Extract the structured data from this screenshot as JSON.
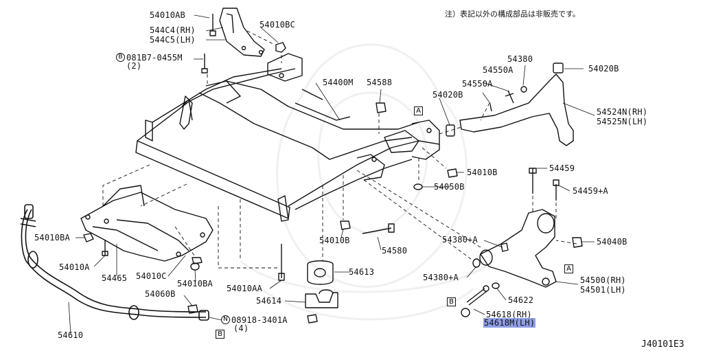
{
  "note": "注）表記以外の構成部品は非販売です。",
  "diagram_id": "J40101E3",
  "ref_markers": {
    "a": "A",
    "b": "B",
    "bolt_prefix": "B",
    "nut_prefix": "N"
  },
  "callouts": [
    {
      "id": "c1",
      "text": "54010AB"
    },
    {
      "id": "c2",
      "text": "544C4(RH)"
    },
    {
      "id": "c3",
      "text": "544C5(LH)"
    },
    {
      "id": "c4",
      "text": "54010BC"
    },
    {
      "id": "c5",
      "text": "081B7-0455M"
    },
    {
      "id": "c6",
      "text": "(2)"
    },
    {
      "id": "c7",
      "text": "54400M"
    },
    {
      "id": "c8",
      "text": "54588"
    },
    {
      "id": "c9",
      "text": "54020B"
    },
    {
      "id": "c10",
      "text": "54550A"
    },
    {
      "id": "c11",
      "text": "54550A"
    },
    {
      "id": "c12",
      "text": "54380"
    },
    {
      "id": "c13",
      "text": "54020B"
    },
    {
      "id": "c14",
      "text": "54524N(RH)"
    },
    {
      "id": "c15",
      "text": "54525N(LH)"
    },
    {
      "id": "c16",
      "text": "54010B"
    },
    {
      "id": "c17",
      "text": "54050B"
    },
    {
      "id": "c18",
      "text": "54459"
    },
    {
      "id": "c19",
      "text": "54459+A"
    },
    {
      "id": "c20",
      "text": "54010BA"
    },
    {
      "id": "c21",
      "text": "54010A"
    },
    {
      "id": "c22",
      "text": "54465"
    },
    {
      "id": "c23",
      "text": "54010C"
    },
    {
      "id": "c24",
      "text": "54010BA"
    },
    {
      "id": "c25",
      "text": "54010B"
    },
    {
      "id": "c26",
      "text": "54580"
    },
    {
      "id": "c27",
      "text": "54380+A"
    },
    {
      "id": "c28",
      "text": "54040B"
    },
    {
      "id": "c29",
      "text": "54613"
    },
    {
      "id": "c30",
      "text": "54380+A"
    },
    {
      "id": "c31",
      "text": "54500(RH)"
    },
    {
      "id": "c32",
      "text": "54501(LH)"
    },
    {
      "id": "c33",
      "text": "54010AA"
    },
    {
      "id": "c34",
      "text": "54622"
    },
    {
      "id": "c35",
      "text": "54060B"
    },
    {
      "id": "c36",
      "text": "54614"
    },
    {
      "id": "c37",
      "text": "54618(RH)"
    },
    {
      "id": "c38",
      "text": "54618M(LH)"
    },
    {
      "id": "c39",
      "text": "08918-3401A"
    },
    {
      "id": "c40",
      "text": "(4)"
    },
    {
      "id": "c41",
      "text": "54610"
    }
  ]
}
